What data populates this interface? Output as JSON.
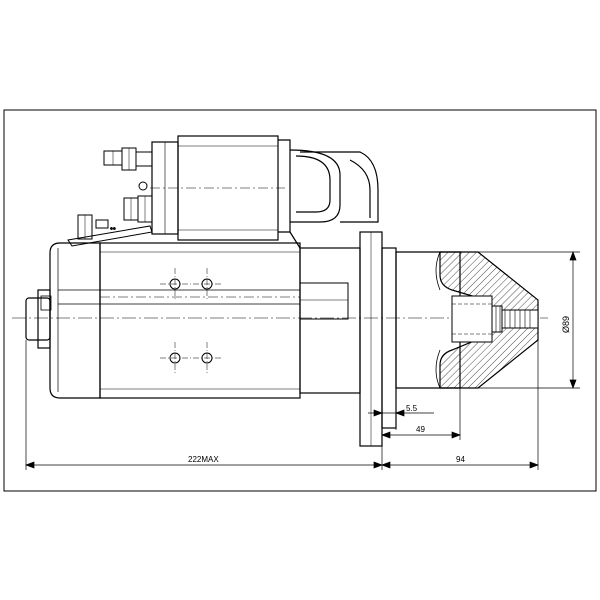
{
  "drawing": {
    "dimensions": {
      "overall_length": "222MAX",
      "nose_length": "94",
      "flange_to_pinion": "49",
      "flange_offset": "5.5",
      "pinion_diameter": "Ø89"
    },
    "colors": {
      "line": "#000000",
      "background": "#ffffff",
      "hatch": "#000000"
    }
  }
}
